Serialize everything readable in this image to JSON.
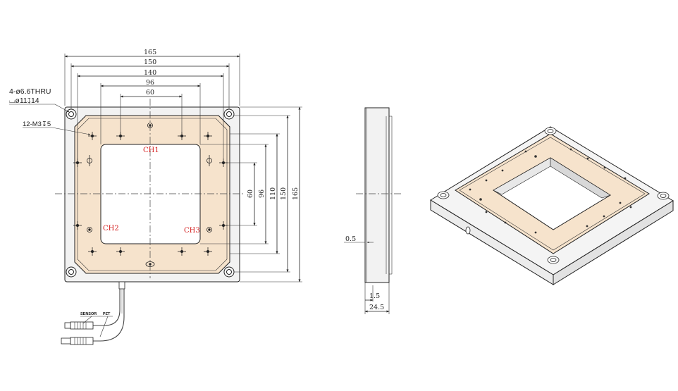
{
  "colors": {
    "plate": "#f6e3cc",
    "body": "#f2f2f2",
    "line": "#222222",
    "channel_label": "#d42020"
  },
  "front_view": {
    "horizontal_dims": [
      "165",
      "150",
      "140",
      "96",
      "60"
    ],
    "vertical_dims": [
      "60",
      "96",
      "110",
      "150",
      "165"
    ],
    "hole_note_line1": "4-ø6.6THRU",
    "hole_note_line2": "⌴ø11↧14",
    "thread_note": "12-M3↧5",
    "channels": [
      "CH1",
      "CH2",
      "CH3"
    ],
    "cable_labels": [
      "SENSOR",
      "PZT"
    ]
  },
  "side_view": {
    "dims": [
      "0.5",
      "1.5",
      "24.5"
    ]
  }
}
